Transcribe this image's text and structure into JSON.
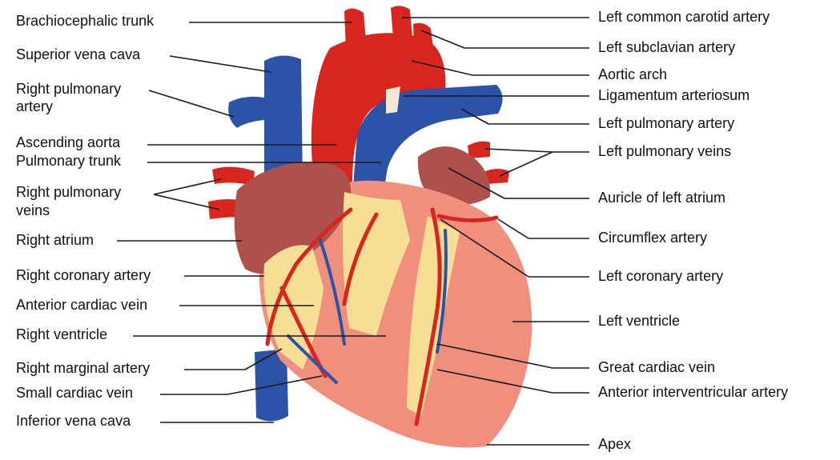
{
  "diagram": {
    "left_labels": [
      {
        "id": "brachiocephalic-trunk",
        "text": "Brachiocephalic trunk"
      },
      {
        "id": "superior-vena-cava",
        "text": "Superior vena cava"
      },
      {
        "id": "right-pulmonary-artery",
        "lines": [
          "Right pulmonary",
          "artery"
        ]
      },
      {
        "id": "ascending-aorta",
        "text": "Ascending aorta"
      },
      {
        "id": "pulmonary-trunk",
        "text": "Pulmonary trunk"
      },
      {
        "id": "right-pulmonary-veins",
        "lines": [
          "Right pulmonary",
          "veins"
        ]
      },
      {
        "id": "right-atrium",
        "text": "Right atrium"
      },
      {
        "id": "right-coronary-artery",
        "text": "Right coronary artery"
      },
      {
        "id": "anterior-cardiac-vein",
        "text": "Anterior cardiac vein"
      },
      {
        "id": "right-ventricle",
        "text": "Right ventricle"
      },
      {
        "id": "right-marginal-artery",
        "text": "Right marginal artery"
      },
      {
        "id": "small-cardiac-vein",
        "text": "Small cardiac vein"
      },
      {
        "id": "inferior-vena-cava",
        "text": "Inferior vena cava"
      }
    ],
    "right_labels": [
      {
        "id": "left-common-carotid-artery",
        "text": "Left common carotid artery"
      },
      {
        "id": "left-subclavian-artery",
        "text": "Left subclavian artery"
      },
      {
        "id": "aortic-arch",
        "text": "Aortic arch"
      },
      {
        "id": "ligamentum-arteriosum",
        "text": "Ligamentum arteriosum"
      },
      {
        "id": "left-pulmonary-artery",
        "text": "Left pulmonary artery"
      },
      {
        "id": "left-pulmonary-veins",
        "text": "Left pulmonary veins"
      },
      {
        "id": "auricle-of-left-atrium",
        "text": "Auricle of left atrium"
      },
      {
        "id": "circumflex-artery",
        "text": "Circumflex artery"
      },
      {
        "id": "left-coronary-artery",
        "text": "Left coronary artery"
      },
      {
        "id": "left-ventricle",
        "text": "Left ventricle"
      },
      {
        "id": "great-cardiac-vein",
        "text": "Great cardiac vein"
      },
      {
        "id": "anterior-interventricular-artery",
        "text": "Anterior interventricular artery"
      },
      {
        "id": "apex",
        "text": "Apex"
      }
    ]
  },
  "colors": {
    "artery": "#d8261e",
    "vein": "#2b54a8",
    "ventricle": "#ef8f7c",
    "atrium": "#b0504a",
    "fat": "#f7de95",
    "ligament": "#f2ead6"
  }
}
